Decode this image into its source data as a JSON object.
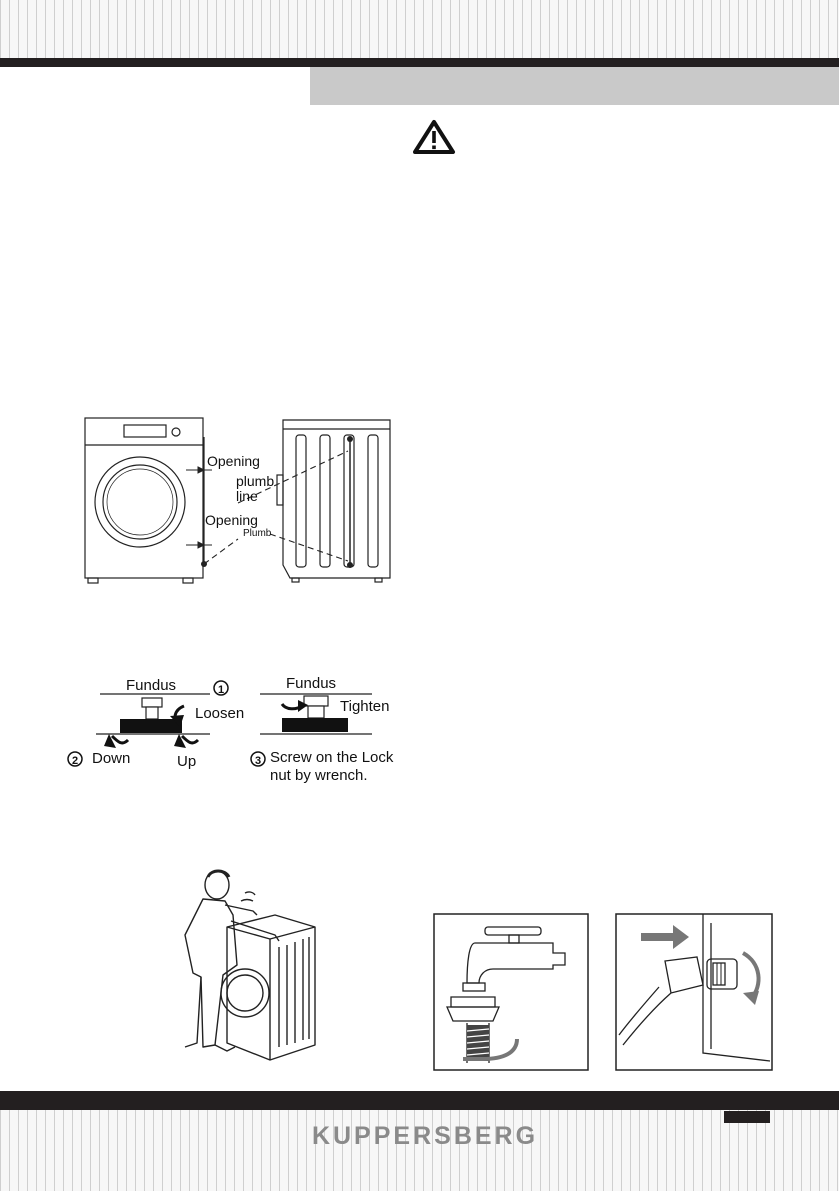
{
  "brand": "KUPPERSBERG",
  "warning_icon": "warning-triangle-icon",
  "level_figure": {
    "opening_top": "Opening",
    "plumb_line_1": "plumb",
    "plumb_line_2": "line",
    "opening_bottom": "Opening",
    "plumb_small": "Plumb"
  },
  "feet_figure": {
    "fundus_left": "Fundus",
    "step1_num": "1",
    "loosen": "Loosen",
    "step2_num": "2",
    "down": "Down",
    "up": "Up",
    "fundus_right": "Fundus",
    "tighten": "Tighten",
    "step3_num": "3",
    "step3_line1": "Screw on the Lock",
    "step3_line2": "nut by wrench."
  },
  "colors": {
    "bar": "#231f20",
    "header_grey": "#c9c9c9",
    "brand_grey": "#8a8a8a",
    "arrow_grey": "#777777"
  }
}
